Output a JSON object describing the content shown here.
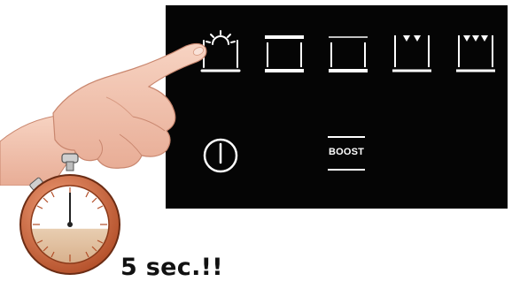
{
  "control_panel": {
    "background_color": "#050505",
    "symbol_color": "#ffffff",
    "buttons": [
      {
        "icon": "oven-light-icon"
      },
      {
        "icon": "top-bottom-heat-icon"
      },
      {
        "icon": "bottom-heat-icon"
      },
      {
        "icon": "temperature-level-2-icon"
      },
      {
        "icon": "temperature-level-3-icon"
      },
      {
        "icon": "power-icon"
      },
      {
        "label": "BOOST"
      }
    ]
  },
  "instruction": {
    "caption": "5 sec.!!",
    "hold_duration_seconds": 5
  }
}
